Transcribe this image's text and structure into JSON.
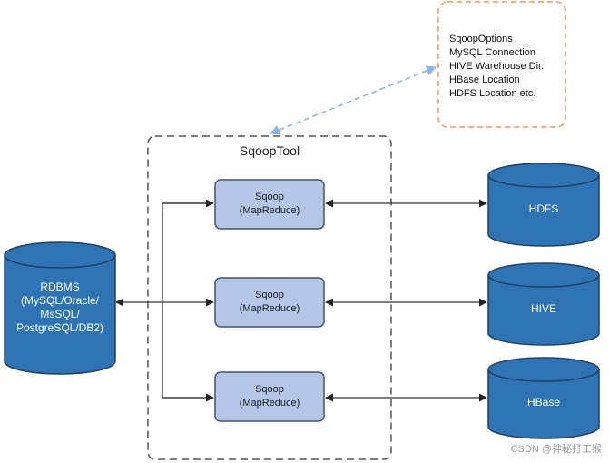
{
  "options_box": {
    "lines": [
      "SqoopOptions",
      "MySQL Connection",
      "HIVE Warehouse Dir.",
      "HBase Location",
      "HDFS Location etc."
    ]
  },
  "sqoop_tool": {
    "title": "SqoopTool",
    "workers": [
      {
        "label": "Sqoop\n(MapReduce)"
      },
      {
        "label": "Sqoop\n(MapReduce)"
      },
      {
        "label": "Sqoop\n(MapReduce)"
      }
    ]
  },
  "source_db": {
    "label": "RDBMS\n(MySQL/Oracle/\nMsSQL/\nPostgreSQL/DB2)"
  },
  "target_dbs": [
    {
      "label": "HDFS"
    },
    {
      "label": "HIVE"
    },
    {
      "label": "HBase"
    }
  ],
  "colors": {
    "cylinder_fill": "#2e74b5",
    "cylinder_stroke": "#1f3f66",
    "sqoop_box_fill": "#b4c7e7",
    "sqoop_box_stroke": "#44546a",
    "options_border": "#f4b183",
    "dashed_arrow": "#8fb4e3"
  },
  "watermark": "CSDN @神秘打工猴"
}
